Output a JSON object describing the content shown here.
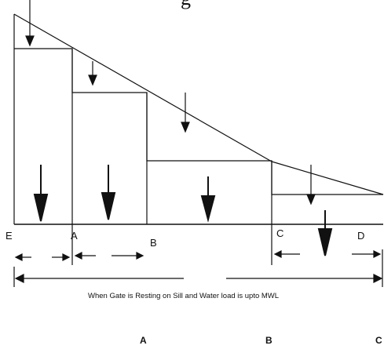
{
  "top_text": "g",
  "point_labels": {
    "e": "E",
    "a": "A",
    "b": "B",
    "c": "C",
    "d": "D"
  },
  "bottom_labels": {
    "a": "A",
    "b": "B",
    "c": "C"
  },
  "caption": "When Gate is Resting on Sill and Water load is upto MWL",
  "colors": {
    "stroke": "#111111",
    "background": "#ffffff"
  }
}
